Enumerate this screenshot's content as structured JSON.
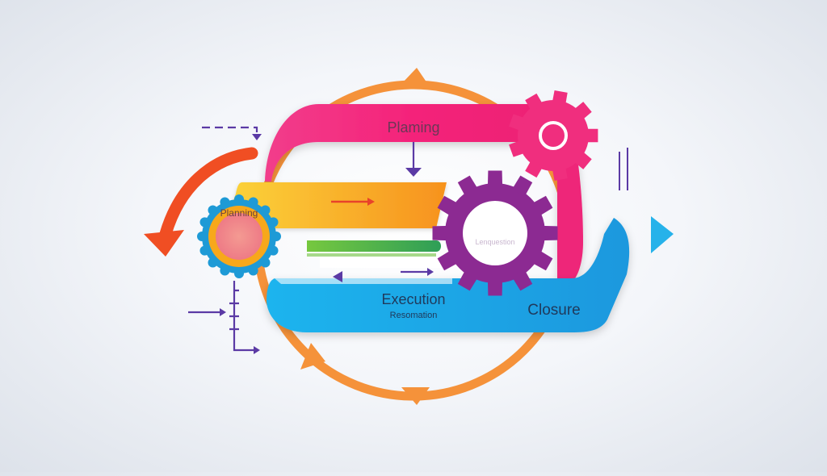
{
  "labels": {
    "top_band": "Plaming",
    "hub": "Planning",
    "execution": "Execution",
    "execution_sub": "Resomation",
    "closure": "Closure",
    "gear_caption": "Lenquestion"
  },
  "colors": {
    "orange_ring": "#f5923a",
    "magenta": "#f4237a",
    "magenta_gear": "#f02e7e",
    "yellow_orange": "#fba616",
    "green": "#4cb84b",
    "blue": "#2aa8e4",
    "purple": "#8c2a92",
    "red_orange": "#f04e23",
    "hub_ring": "#1e9ad6",
    "hub_outer": "#f7a81b",
    "hub_core": "#f28a83",
    "cyan_arrow": "#26b2ea",
    "violet_line": "#5b3aa5"
  },
  "icons": {
    "large_gear": "gear-icon",
    "small_gear": "gear-icon",
    "hub": "badge-icon",
    "play": "play-arrow-icon",
    "pause": "pause-bars-icon"
  }
}
